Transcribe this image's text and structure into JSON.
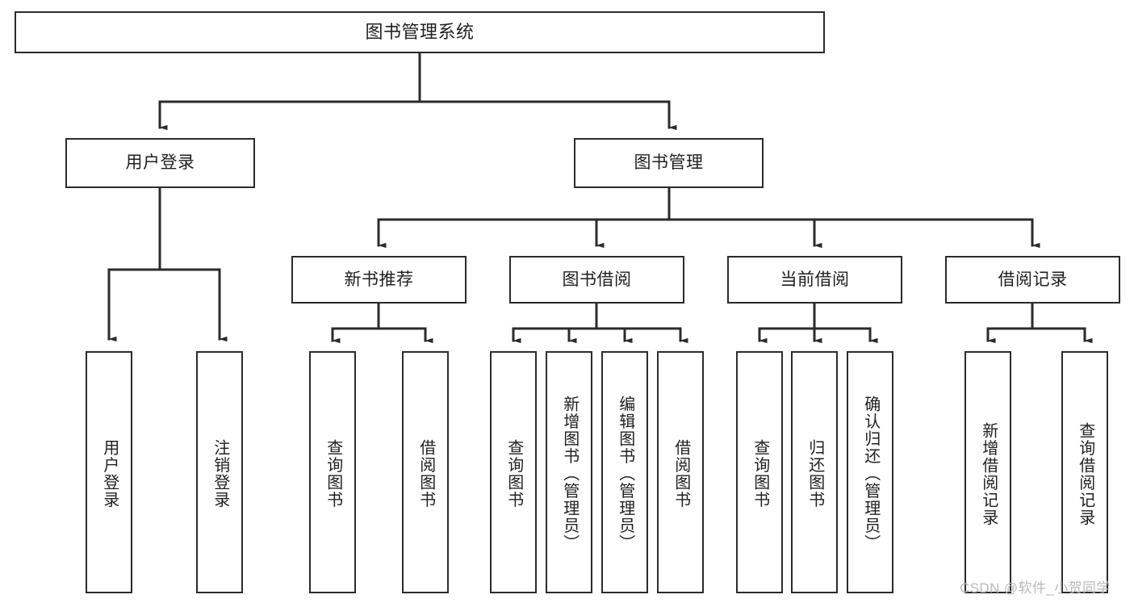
{
  "diagram": {
    "title": "图书管理系统",
    "watermark": "CSDN @软件_小贺同学",
    "colors": {
      "stroke": "#2b2b2b",
      "fill": "#ffffff",
      "text": "#1f1f1f",
      "watermark": "#b9b9b9"
    },
    "root": {
      "label": "图书管理系统"
    },
    "level2": [
      {
        "label": "用户登录"
      },
      {
        "label": "图书管理"
      }
    ],
    "level3": [
      {
        "label": "新书推荐"
      },
      {
        "label": "图书借阅"
      },
      {
        "label": "当前借阅"
      },
      {
        "label": "借阅记录"
      }
    ],
    "leaves": {
      "user_login": [
        {
          "label": "用户登录"
        },
        {
          "label": "注销登录"
        }
      ],
      "new_book": [
        {
          "label": "查询图书"
        },
        {
          "label": "借阅图书"
        }
      ],
      "book_borrow": [
        {
          "label": "查询图书"
        },
        {
          "label": "新增图书（管理员）"
        },
        {
          "label": "编辑图书（管理员）"
        },
        {
          "label": "借阅图书"
        }
      ],
      "current_borrow": [
        {
          "label": "查询图书"
        },
        {
          "label": "归还图书"
        },
        {
          "label": "确认归还（管理员）"
        }
      ],
      "borrow_record": [
        {
          "label": "新增借阅记录"
        },
        {
          "label": "查询借阅记录"
        }
      ]
    }
  }
}
